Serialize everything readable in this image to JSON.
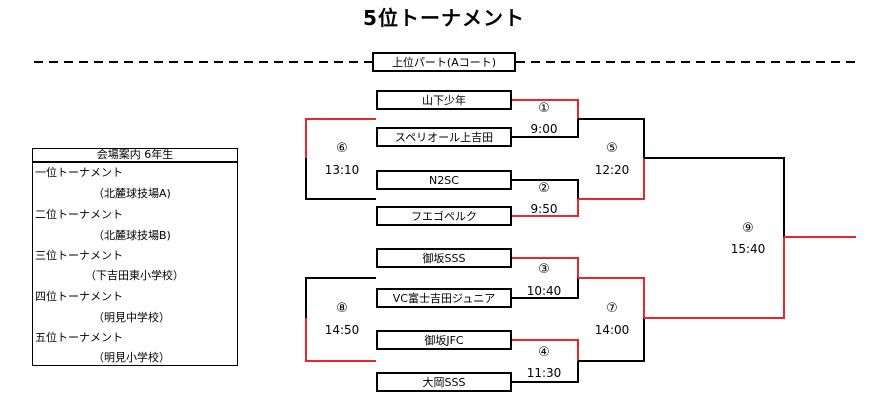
{
  "title": "5位トーナメント",
  "section_label": "上位パート(Aコート)",
  "teams": [
    "山下少年",
    "スペリオール上吉田",
    "N2SC",
    "フエゴペルク",
    "御坂SSS",
    "VC富士吉田ジュニア",
    "御坂JFC",
    "大岡SSS"
  ],
  "matches": [
    {
      "num": "①",
      "time": "9:00"
    },
    {
      "num": "②",
      "time": "9:50"
    },
    {
      "num": "③",
      "time": "10:40"
    },
    {
      "num": "④",
      "time": "11:30"
    },
    {
      "num": "⑤",
      "time": "12:20"
    },
    {
      "num": "⑥",
      "time": "13:10"
    },
    {
      "num": "⑦",
      "time": "14:00"
    },
    {
      "num": "⑧",
      "time": "14:50"
    },
    {
      "num": "⑨",
      "time": "15:40"
    }
  ],
  "venue_box": {
    "header": "会場案内 6年生",
    "lines": [
      "一位トーナメント",
      "（北麓球技場A)",
      "二位トーナメント",
      "（北麓球技場B)",
      "三位トーナメント",
      "（下吉田東小学校）",
      "四位トーナメント",
      "（明見中学校）",
      "五位トーナメント",
      "（明見小学校）"
    ]
  },
  "colors": {
    "winner_line": "#e8262c",
    "line": "#000000"
  }
}
